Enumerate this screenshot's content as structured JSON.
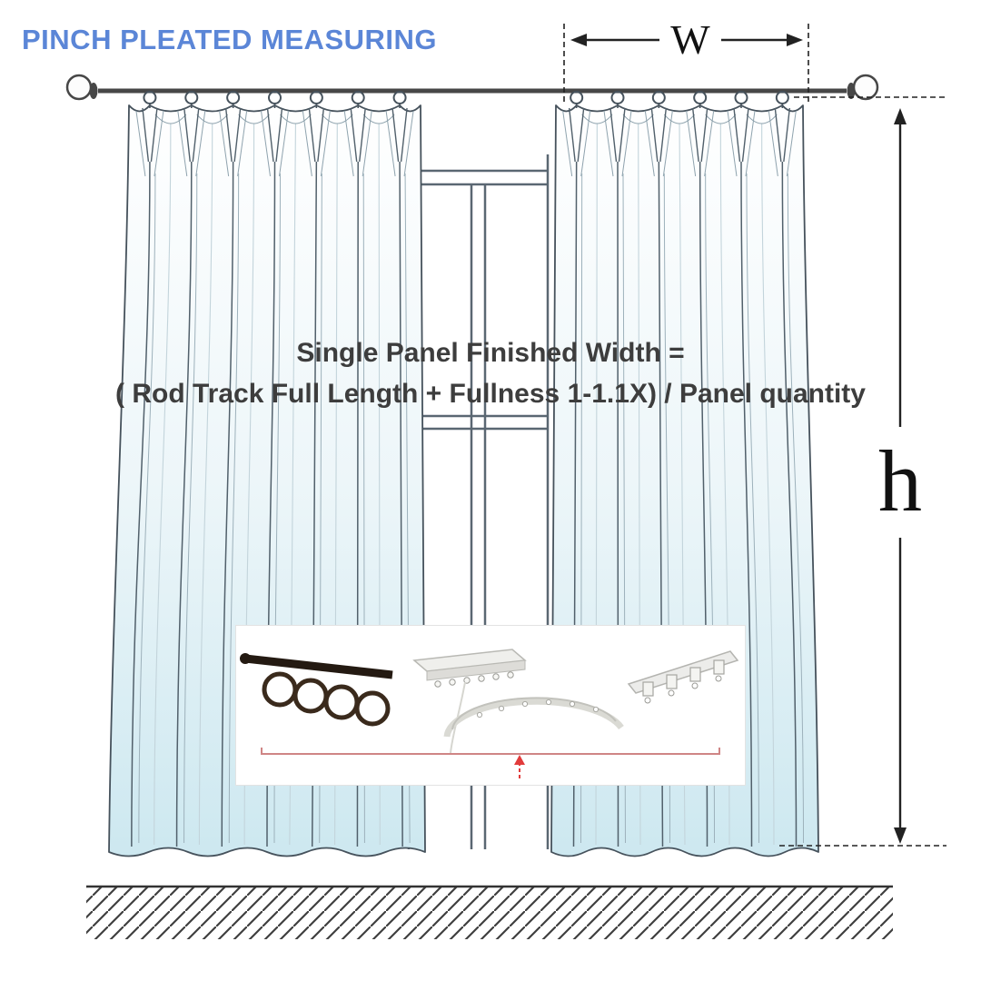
{
  "title": "PINCH PLEATED MEASURING",
  "formula": {
    "line1": "Single Panel Finished Width =",
    "line2": "( Rod Track Full Length + Fullness 1-1.1X) / Panel quantity"
  },
  "dimensions": {
    "width_label": "W",
    "height_label": "h"
  },
  "colors": {
    "title_blue": "#5b86d7",
    "formula_text": "#3d3d3d",
    "line_ink": "#46525c",
    "curtain_top": "#ffffff",
    "curtain_mid": "#edf6f9",
    "curtain_bottom": "#cde8f0",
    "bracket_pink": "#cf8585",
    "arrow_red": "#e23b3b",
    "hardware_dark_rod": "#241a12"
  }
}
